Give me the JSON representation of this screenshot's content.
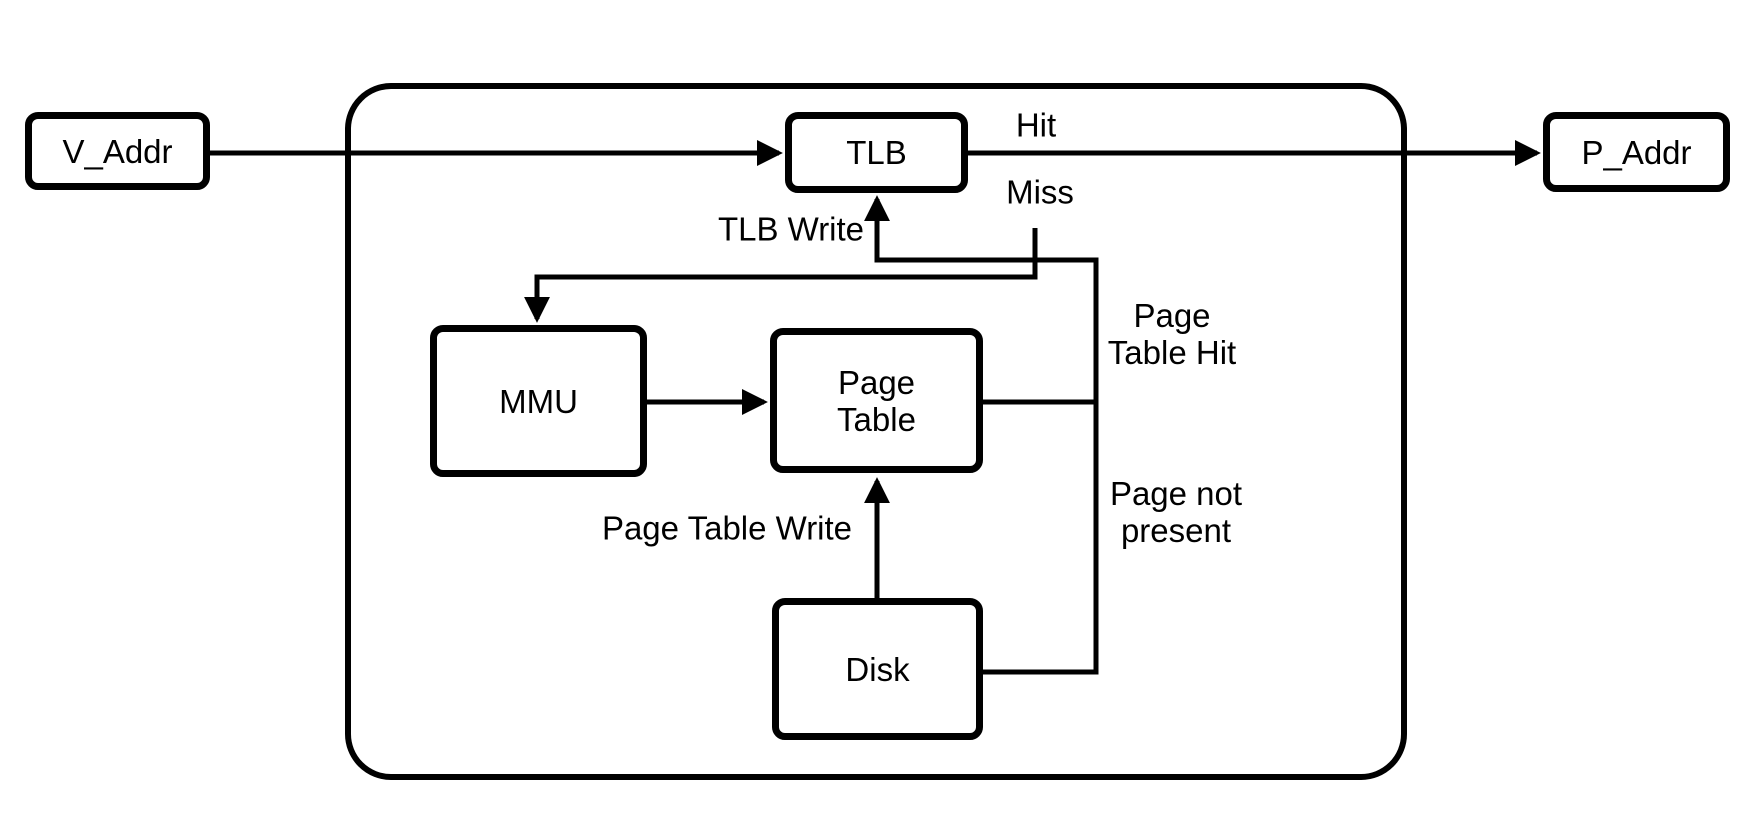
{
  "diagram": {
    "description": "Virtual address translation flow with TLB, MMU, Page Table and Disk inside a hardware boundary",
    "colors": {
      "background": "#ffffff",
      "stroke": "#000000",
      "text": "#000000"
    },
    "nodes": {
      "v_addr": {
        "label": "V_Addr"
      },
      "tlb": {
        "label": "TLB"
      },
      "p_addr": {
        "label": "P_Addr"
      },
      "mmu": {
        "label": "MMU"
      },
      "page_table": {
        "label": "Page\nTable"
      },
      "disk": {
        "label": "Disk"
      }
    },
    "edge_labels": {
      "hit": "Hit",
      "miss": "Miss",
      "tlb_write": "TLB Write",
      "page_table_hit": "Page\nTable Hit",
      "page_not_present": "Page not\npresent",
      "page_table_write": "Page Table Write"
    },
    "edges": [
      {
        "from": "V_Addr",
        "to": "TLB",
        "label": ""
      },
      {
        "from": "TLB",
        "to": "P_Addr",
        "label": "Hit"
      },
      {
        "from": "TLB",
        "to": "MMU",
        "label": "Miss"
      },
      {
        "from": "MMU",
        "to": "Page Table",
        "label": ""
      },
      {
        "from": "Page Table",
        "to": "TLB",
        "label": "Page Table Hit, TLB Write"
      },
      {
        "from": "Page Table",
        "to": "Disk",
        "label": "Page not present"
      },
      {
        "from": "Disk",
        "to": "Page Table",
        "label": "Page Table Write"
      }
    ]
  }
}
